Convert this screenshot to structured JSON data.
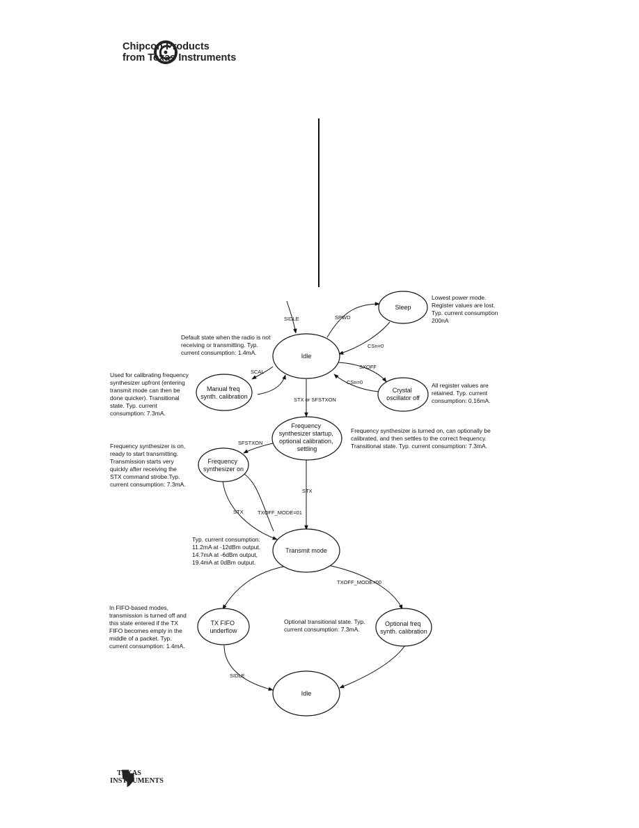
{
  "header": {
    "company_line1": "Chipcon Products",
    "company_line2": "from Texas Instruments"
  },
  "footer": {
    "ti_line1": "TEXAS",
    "ti_line2": "INSTRUMENTS"
  },
  "states": {
    "sleep": [
      "Sleep"
    ],
    "idle": [
      "Idle"
    ],
    "manual_cal": [
      "Manual freq",
      "synth. calibration"
    ],
    "xosc_off": [
      "Crystal",
      "oscillator off"
    ],
    "fs_startup": [
      "Frequency",
      "synthesizer startup,",
      "optional calibration,",
      "settling"
    ],
    "fs_on": [
      "Frequency",
      "synthesizer on"
    ],
    "tx": [
      "Transmit mode"
    ],
    "tx_underflow": [
      "TX FIFO",
      "underflow"
    ],
    "optional_cal": [
      "Optional freq",
      "synth. calibration"
    ],
    "idle_bottom": [
      "Idle"
    ]
  },
  "edges": {
    "sidle": "SIDLE",
    "spwd": "SPWD",
    "csn0_sleep": "CSn=0",
    "sxoff": "SXOFF",
    "csn0_xosc": "CSn=0",
    "scal": "SCAL",
    "stx_or_sfstxon": "STX or SFSTXON",
    "sfstxon": "SFSTXON",
    "stx_from_fs": "STX",
    "stx_fs_to_tx": "STX",
    "txoff_mode_01": "TXOFF_MODE=01",
    "txoff_mode_00": "TXOFF_MODE=00",
    "sidle_bottom": "SIDLE"
  },
  "notes": {
    "sleep": [
      "Lowest power mode.",
      "Register values are lost.",
      "Typ. current consumption",
      "200nA"
    ],
    "idle": [
      "Default state when the radio is not",
      "receiving or transmitting. Typ.",
      "current consumption: 1.4mA."
    ],
    "manual_cal": [
      "Used for calibrating frequency",
      "synthesizer upfront (entering",
      "transmit mode can then be",
      "done quicker). Transitional",
      "state. Typ. current",
      "consumption: 7.3mA."
    ],
    "xosc_off": [
      "All register values are",
      "retained. Typ. current",
      "consumption: 0.16mA."
    ],
    "fs_startup": [
      "Frequency synthesizer is turned on, can optionally be",
      "calibrated, and then settles to the correct frequency.",
      "Transitional state. Typ. current consumption: 7.3mA."
    ],
    "fs_on": [
      "Frequency synthesizer is on,",
      "ready to start transmitting.",
      "Transmission starts very",
      "quickly after receiving the",
      "STX command strobe.Typ.",
      "current consumption: 7.3mA."
    ],
    "tx": [
      "Typ. current consumption:",
      "11.2mA at -12dBm output,",
      "14.7mA at -6dBm output,",
      "19.4mA at 0dBm output."
    ],
    "tx_underflow": [
      "In FIFO-based modes,",
      "transmission is turned off and",
      "this state entered if the TX",
      "FIFO becomes empty in the",
      "middle of a packet. Typ.",
      "current consumption: 1.4mA."
    ],
    "optional_cal": [
      "Optional transitional state. Typ.",
      "current consumption: 7.3mA."
    ]
  }
}
